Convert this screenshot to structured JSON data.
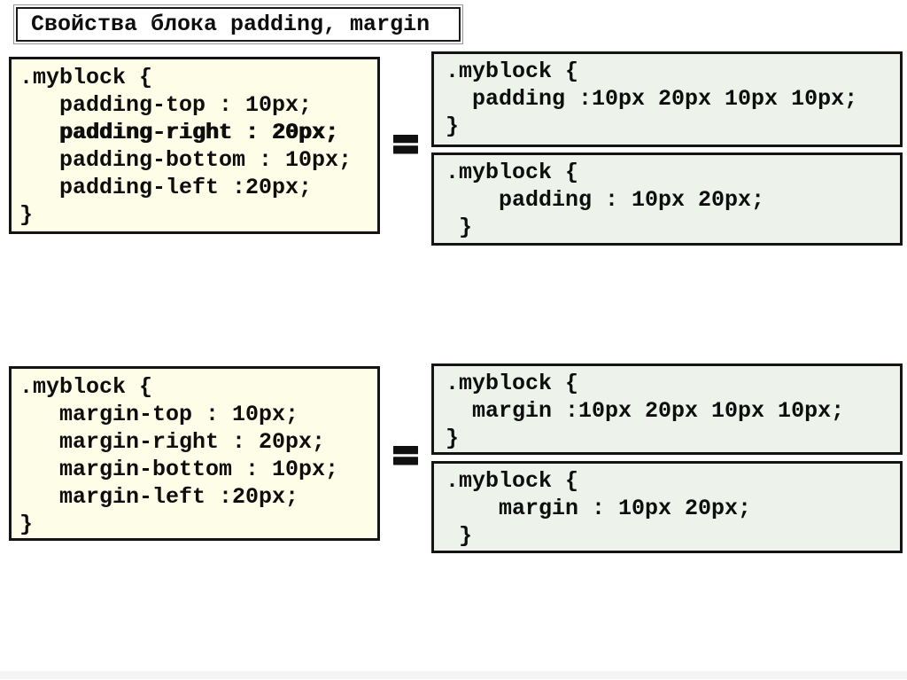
{
  "slide": {
    "title": "Свойства блока padding, margin",
    "equals_symbol": "="
  },
  "colors": {
    "left_box_bg": "#FDFDE8",
    "right_box_bg": "#EDF2EB",
    "border": "#141414",
    "text": "#0E0E0E",
    "page_bg": "#FFFFFF"
  },
  "padding_section": {
    "longhand": [
      ".myblock {",
      "   padding-top : 10px;",
      "   padding-right : 20px;",
      "   padding-bottom : 10px;",
      "   padding-left :20px;",
      "}"
    ],
    "shorthand_four": [
      ".myblock {",
      "  padding :10px 20px 10px 10px;",
      "}"
    ],
    "shorthand_two": [
      ".myblock {",
      "    padding : 10px 20px;",
      " }"
    ]
  },
  "margin_section": {
    "longhand": [
      ".myblock {",
      "   margin-top : 10px;",
      "   margin-right : 20px;",
      "   margin-bottom : 10px;",
      "   margin-left :20px;",
      "}"
    ],
    "shorthand_four": [
      ".myblock {",
      "  margin :10px 20px 10px 10px;",
      "}"
    ],
    "shorthand_two": [
      ".myblock {",
      "    margin : 10px 20px;",
      " }"
    ]
  }
}
